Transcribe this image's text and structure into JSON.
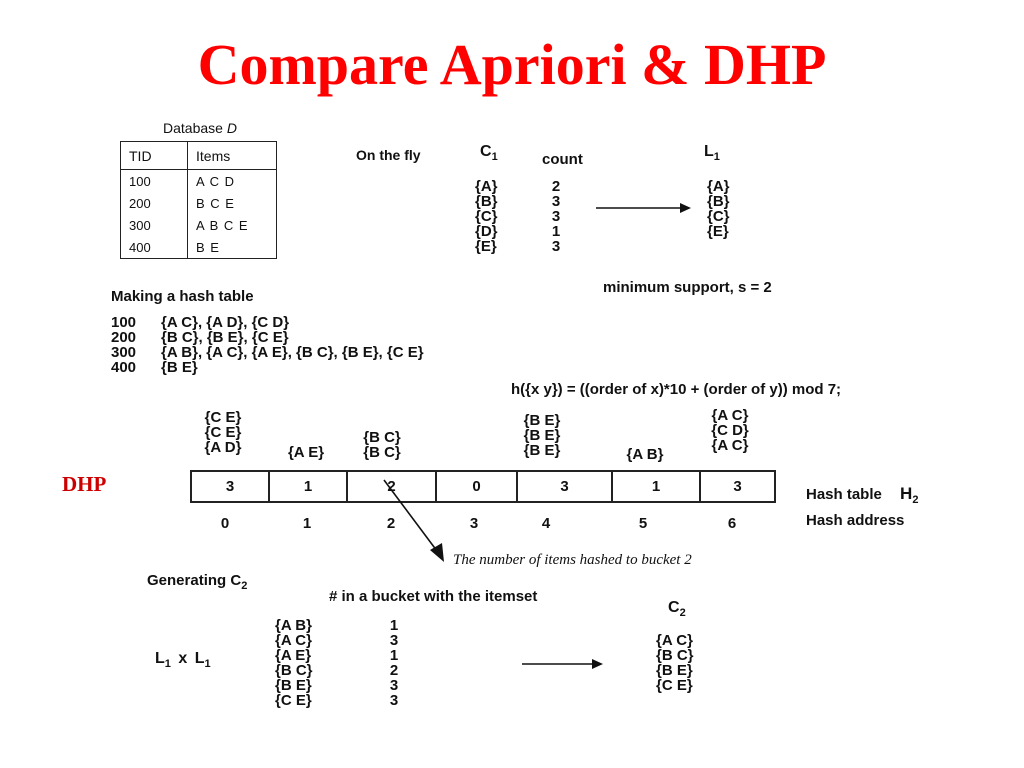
{
  "title": "Compare Apriori & DHP",
  "side_label": "DHP",
  "database": {
    "caption": "Database",
    "caption_var": "D",
    "headers": [
      "TID",
      "Items"
    ],
    "rows": [
      {
        "tid": "100",
        "items": "A C D"
      },
      {
        "tid": "200",
        "items": "B C E"
      },
      {
        "tid": "300",
        "items": "A B C E"
      },
      {
        "tid": "400",
        "items": "B E"
      }
    ]
  },
  "on_the_fly": "On the fly",
  "c1": {
    "label": "C",
    "sub": "1",
    "count_header": "count",
    "itemsets": [
      "{A}",
      "{B}",
      "{C}",
      "{D}",
      "{E}"
    ],
    "counts": [
      "2",
      "3",
      "3",
      "1",
      "3"
    ]
  },
  "l1": {
    "label": "L",
    "sub": "1",
    "itemsets": [
      "{A}",
      "{B}",
      "{C}",
      "{E}"
    ]
  },
  "min_support": "minimum support, s = 2",
  "making_hash": {
    "heading": "Making a hash table",
    "rows": [
      {
        "tid": "100",
        "pairs": "{A C}, {A D}, {C D}"
      },
      {
        "tid": "200",
        "pairs": "{B C}, {B E}, {C E}"
      },
      {
        "tid": "300",
        "pairs": "{A B}, {A C}, {A E}, {B C}, {B E}, {C E}"
      },
      {
        "tid": "400",
        "pairs": "{B E}"
      }
    ]
  },
  "hash_formula": "h({x y}) = ((order of x)*10 + (order of y))  mod  7;",
  "buckets": [
    {
      "items": [
        "{C E}",
        "{C E}",
        "{A D}"
      ],
      "count": "3",
      "address": "0"
    },
    {
      "items": [
        "{A E}"
      ],
      "count": "1",
      "address": "1"
    },
    {
      "items": [
        "{B C}",
        "{B C}"
      ],
      "count": "2",
      "address": "2"
    },
    {
      "items": [],
      "count": "0",
      "address": "3"
    },
    {
      "items": [
        "{B E}",
        "{B E}",
        "{B E}"
      ],
      "count": "3",
      "address": "4"
    },
    {
      "items": [
        "{A B}"
      ],
      "count": "1",
      "address": "5"
    },
    {
      "items": [
        "{A C}",
        "{C D}",
        "{A C}"
      ],
      "count": "3",
      "address": "6"
    }
  ],
  "hash_table_label": "Hash table",
  "hash_table_var": "H",
  "hash_table_sub": "2",
  "hash_address_label": "Hash address",
  "bucket_note": "The number of items hashed to bucket 2",
  "generating": {
    "label": "Generating C",
    "sub": "2",
    "col_header": "# in a bucket with the itemset",
    "l1x": "L",
    "l1x_sub": "1",
    "times": "x",
    "l1y": "L",
    "l1y_sub": "1",
    "itemsets": [
      "{A B}",
      "{A C}",
      "{A E}",
      "{B C}",
      "{B E}",
      "{C E}"
    ],
    "counts": [
      "1",
      "3",
      "1",
      "2",
      "3",
      "3"
    ]
  },
  "c2": {
    "label": "C",
    "sub": "2",
    "itemsets": [
      "{A C}",
      "{B C}",
      "{B E}",
      "{C E}"
    ]
  }
}
